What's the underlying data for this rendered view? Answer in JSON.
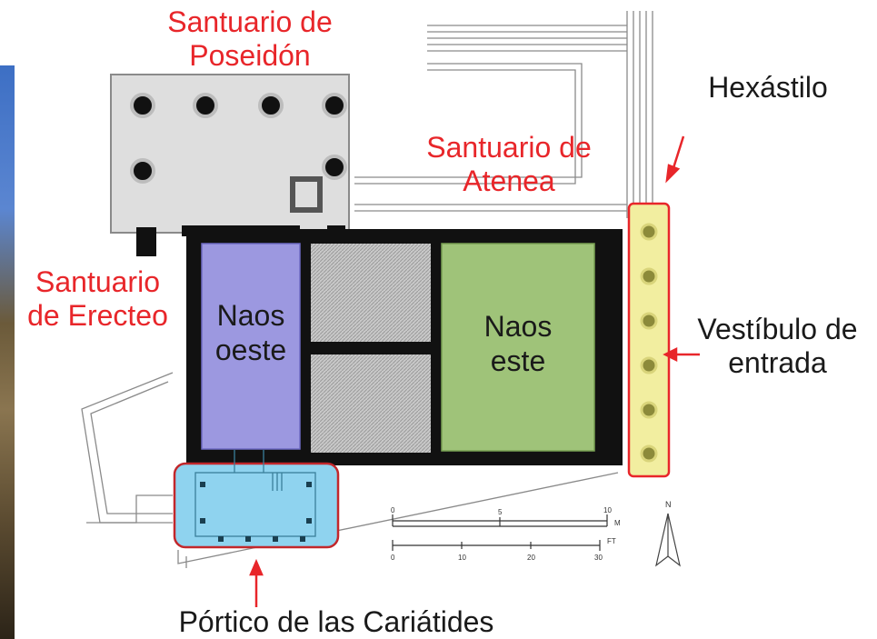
{
  "labels": {
    "poseidon_line1": "Santuario de",
    "poseidon_line2": "Poseidón",
    "atenea_line1": "Santuario de",
    "atenea_line2": "Atenea",
    "erecteo_line1": "Santuario",
    "erecteo_line2": "de Erecteo",
    "hexastilo": "Hexástilo",
    "vestibulo_line1": "Vestíbulo de",
    "vestibulo_line2": "entrada",
    "porticos": "Pórtico de las Cariátides",
    "naos_oeste_line1": "Naos",
    "naos_oeste_line2": "oeste",
    "naos_este_line1": "Naos",
    "naos_este_line2": "este"
  },
  "scale": {
    "meters_ticks": [
      "0",
      "5",
      "10"
    ],
    "meters_unit": "M",
    "feet_ticks": [
      "0",
      "10",
      "20",
      "30"
    ],
    "feet_unit": "FT",
    "north": "N"
  },
  "colors": {
    "label_red": "#e8262a",
    "naos_oeste": "#9c98e0",
    "naos_este": "#9fc379",
    "porch": "#8fd3ef",
    "vestibule": "#f2eea0",
    "arrow": "#e8262a"
  }
}
